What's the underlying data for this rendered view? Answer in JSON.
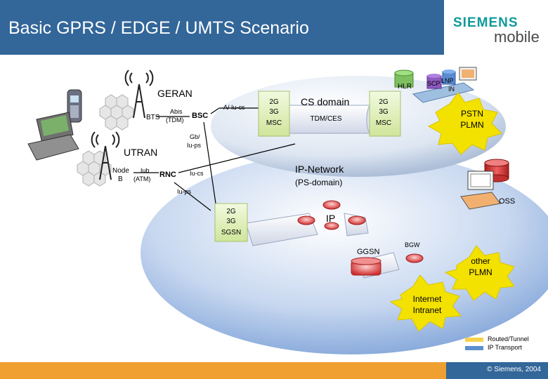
{
  "header": {
    "title": "Basic GPRS / EDGE / UMTS Scenario",
    "logo_brand": "SIEMENS",
    "logo_sub": "mobile"
  },
  "diagram": {
    "geran": "GERAN",
    "utran": "UTRAN",
    "bts": "BTS",
    "abis": "Abis",
    "abis_tdm": "(TDM)",
    "bsc": "BSC",
    "node_b_1": "Node",
    "node_b_2": "B",
    "iub": "Iub",
    "iub_atm": "(ATM)",
    "rnc": "RNC",
    "a_iu_cs": "A/ Iu-cs",
    "gb_1": "Gb/",
    "gb_2": "Iu-ps",
    "iu_cs": "Iu-cs",
    "iu_ps": "Iu-ps",
    "msc_left_1": "2G",
    "msc_left_2": "3G",
    "msc_left_3": "MSC",
    "cs_domain": "CS domain",
    "tdm_ces": "TDM/CES",
    "msc_right_1": "2G",
    "msc_right_2": "3G",
    "msc_right_3": "MSC",
    "hlr": "HLR",
    "scp": "SCP",
    "lnp": "LNP",
    "in": "IN",
    "pstn_1": "PSTN",
    "pstn_2": "PLMN",
    "ip_network": "IP-Network",
    "ps_domain": "(PS-domain)",
    "ip": "IP",
    "sgsn_1": "2G",
    "sgsn_2": "3G",
    "sgsn_3": "SGSN",
    "ggsn": "GGSN",
    "bgw": "BGW",
    "oss": "OSS",
    "other_1": "other",
    "other_2": "PLMN",
    "internet_1": "Internet",
    "internet_2": "Intranet"
  },
  "legend": {
    "routed": "Routed/Tunnel",
    "ip_transport": "IP Transport"
  },
  "footer": {
    "copyright": "© Siemens, 2004"
  },
  "colors": {
    "header_blue": "#336699",
    "footer_orange": "#f0a030",
    "routed_yellow": "#f5d24a",
    "ip_transport_blue": "#5b8fd0",
    "starburst_yellow": "#f3e100",
    "router_red": "#e05050",
    "db_red": "#e04040"
  }
}
